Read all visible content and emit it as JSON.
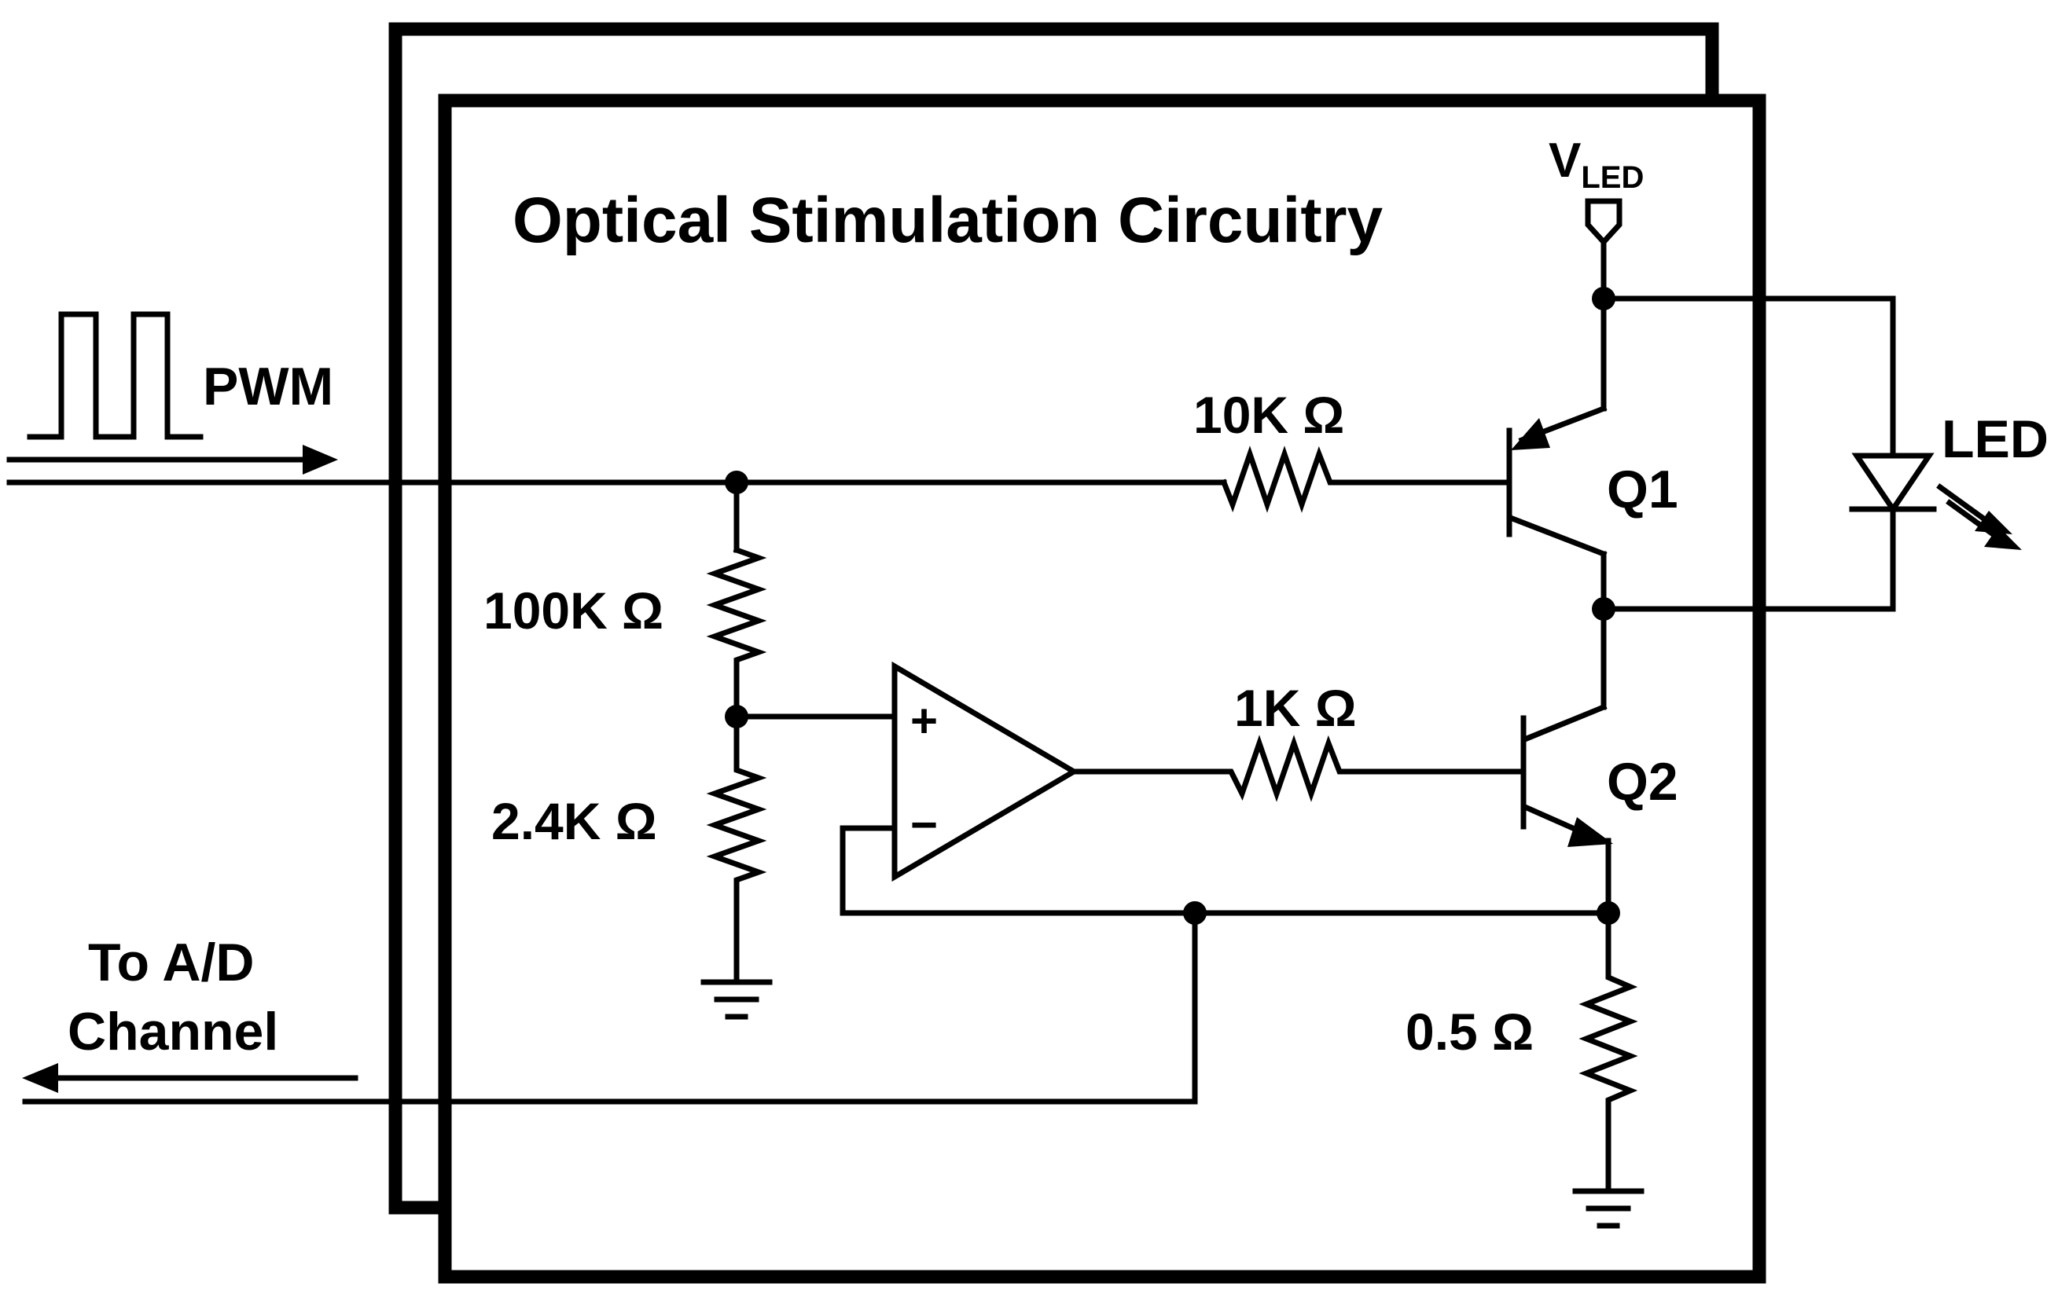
{
  "title": "Optical Stimulation Circuitry",
  "signals": {
    "pwm": "PWM",
    "to_ad_line1": "To A/D",
    "to_ad_line2": "Channel"
  },
  "supply": {
    "v": "V",
    "sub": "LED"
  },
  "resistors": {
    "r_base_q1": "10K Ω",
    "r_divider_top": "100K Ω",
    "r_divider_bottom": "2.4K Ω",
    "r_base_q2": "1K Ω",
    "r_sense": "0.5 Ω"
  },
  "transistors": {
    "q1": "Q1",
    "q2": "Q2"
  },
  "led": "LED",
  "opamp": {
    "plus": "+",
    "minus": "−"
  }
}
